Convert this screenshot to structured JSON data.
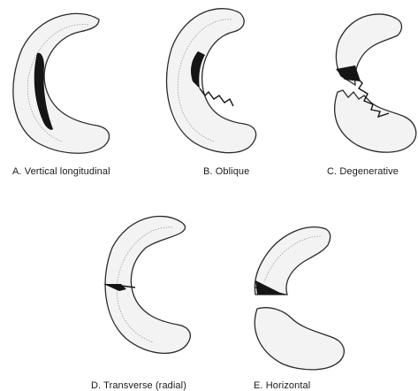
{
  "panels": [
    {
      "id": "A",
      "caption": "A. Vertical longitudinal"
    },
    {
      "id": "B",
      "caption": "B. Oblique"
    },
    {
      "id": "C",
      "caption": "C. Degenerative"
    },
    {
      "id": "D",
      "caption": "D. Transverse (radial)"
    },
    {
      "id": "E",
      "caption": "E. Horizontal"
    }
  ],
  "colors": {
    "outline": "#2a2a2a",
    "fill": "#f3f3f3",
    "tear": "#151515",
    "background": "#ffffff"
  }
}
